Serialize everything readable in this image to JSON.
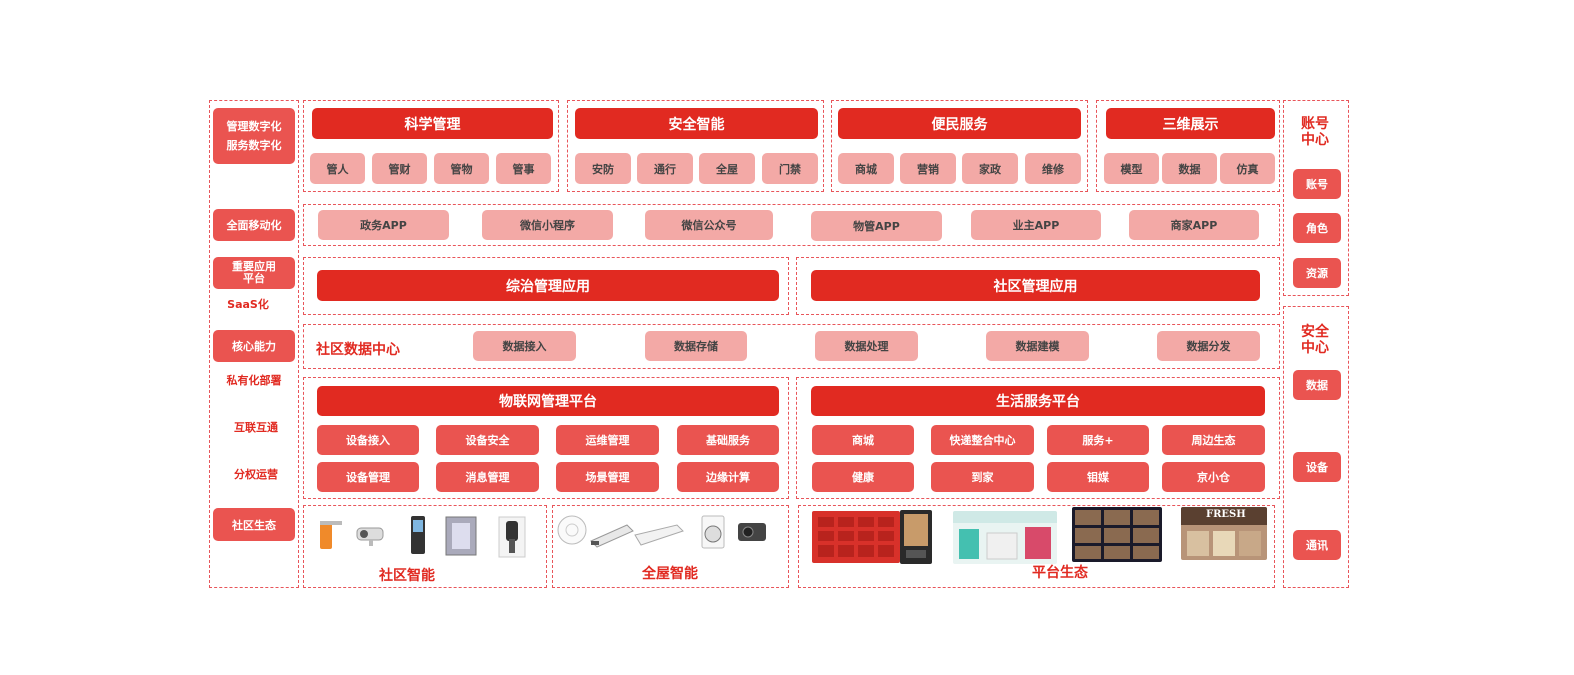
{
  "left_column": {
    "manage_digital": "管理数字化",
    "service_digital": "服务数字化",
    "mobile": "全面移动化",
    "key_platform_1": "重要应用",
    "key_platform_2": "平台",
    "saas": "SaaS化",
    "core": "核心能力",
    "private": "私有化部署",
    "interconnect": "互联互通",
    "operation": "分权运营",
    "ecology": "社区生态"
  },
  "top_groups": [
    {
      "title": "科学管理",
      "items": [
        "管人",
        "管财",
        "管物",
        "管事"
      ]
    },
    {
      "title": "安全智能",
      "items": [
        "安防",
        "通行",
        "全屋",
        "门禁"
      ]
    },
    {
      "title": "便民服务",
      "items": [
        "商城",
        "营销",
        "家政",
        "维修"
      ]
    },
    {
      "title": "三维展示",
      "items": [
        "模型",
        "数据",
        "仿真"
      ]
    }
  ],
  "apps": [
    "政务APP",
    "微信小程序",
    "微信公众号",
    "物管APP",
    "业主APP",
    "商家APP"
  ],
  "applications": {
    "comprehensive": "综治管理应用",
    "community": "社区管理应用"
  },
  "data_center": {
    "title": "社区数据中心",
    "items": [
      "数据接入",
      "数据存储",
      "数据处理",
      "数据建模",
      "数据分发"
    ]
  },
  "iot_platform": {
    "title": "物联网管理平台",
    "row1": [
      "设备接入",
      "设备安全",
      "运维管理",
      "基础服务"
    ],
    "row2": [
      "设备管理",
      "消息管理",
      "场景管理",
      "边缘计算"
    ]
  },
  "life_platform": {
    "title": "生活服务平台",
    "row1": [
      "商城",
      "快递整合中心",
      "服务+",
      "周边生态"
    ],
    "row2": [
      "健康",
      "到家",
      "钼媒",
      "京小仓"
    ]
  },
  "ecology": {
    "community_smart": "社区智能",
    "home_smart": "全屋智能",
    "platform_eco": "平台生态",
    "store_sign": "FRESH"
  },
  "right_column": {
    "account_center_1": "账号",
    "account_center_2": "中心",
    "account": "账号",
    "role": "角色",
    "resource": "资源",
    "security_center_1": "安全",
    "security_center_2": "中心",
    "data": "数据",
    "device": "设备",
    "comm": "通讯"
  },
  "colors": {
    "dark_red": "#e12a21",
    "mid_red": "#ea5450",
    "light_pink": "#f3a9a6",
    "dash": "#e8555a"
  }
}
